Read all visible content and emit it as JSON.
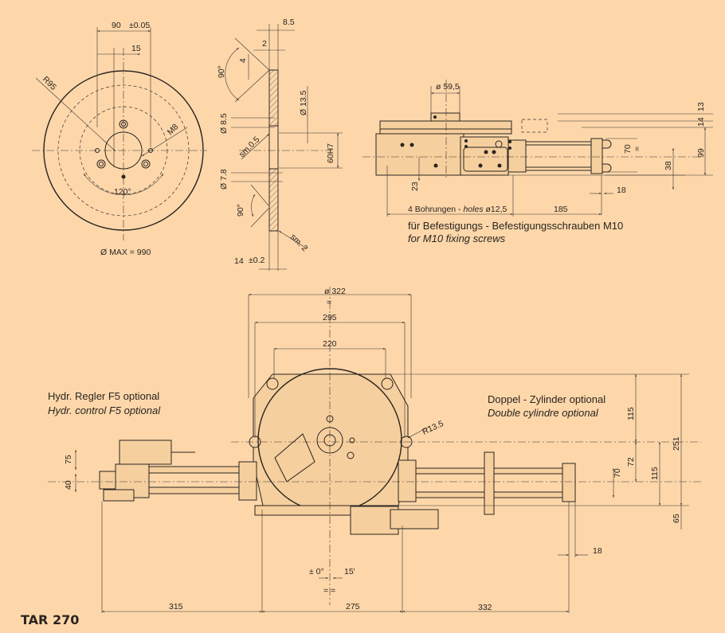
{
  "title": "TAR 270",
  "disc_view": {
    "dim_90": "90",
    "tol_005": "±0.05",
    "dim_15": "15",
    "radius": "R95",
    "thread": "M8",
    "angle": "120°",
    "max_diameter": "Ø MAX = 990"
  },
  "section_view": {
    "dim_8_5": "8.5",
    "dim_2": "2",
    "dim_4": "4",
    "angle_top": "90°",
    "dia_13_5": "Ø 13.5",
    "dia_8_5": "Ø 8.5",
    "chamfer_05": "sm.0.5",
    "bore": "60H7",
    "dia_7_8": "Ø 7.8",
    "angle_bottom": "90°",
    "chamfer_2": "sm. 2",
    "dim_14": "14",
    "tol_02": "±0.2"
  },
  "side_view": {
    "dia_59_5": "ø 59,5",
    "dim_13": "13",
    "dim_14": "14",
    "dim_70": "70",
    "eq": "=",
    "dim_99": "99",
    "dim_38": "38",
    "dim_23": "23",
    "dim_18": "18",
    "holes_de": "4 Bohrungen - ",
    "holes_en": "holes",
    "holes_dia": " ø12,5",
    "dim_185": "185",
    "note_de": "für Befestigungs - Befestigungsschrauben M10",
    "note_en": "for M10 fixing screws"
  },
  "plan_view": {
    "dia_322": "ø 322",
    "eq": "=",
    "dim_295": "295",
    "dim_220": "220",
    "regler_de": "Hydr. Regler F5 optional",
    "regler_en": "Hydr. control F5 optional",
    "cyl_de": "Doppel - Zylinder optional",
    "cyl_en": "Double cylindre optional",
    "radius": "R13.5",
    "dim_115a": "115",
    "dim_251": "251",
    "dim_72": "72",
    "dim_115b": "115",
    "dim_70": "70",
    "dim_75": "75",
    "dim_40": "40",
    "dim_65": "65",
    "dim_18": "18",
    "angle_0": "± 0°",
    "angle_15": "15'",
    "eq_pair": "= =",
    "dim_315": "315",
    "dim_275": "275",
    "dim_332": "332"
  }
}
